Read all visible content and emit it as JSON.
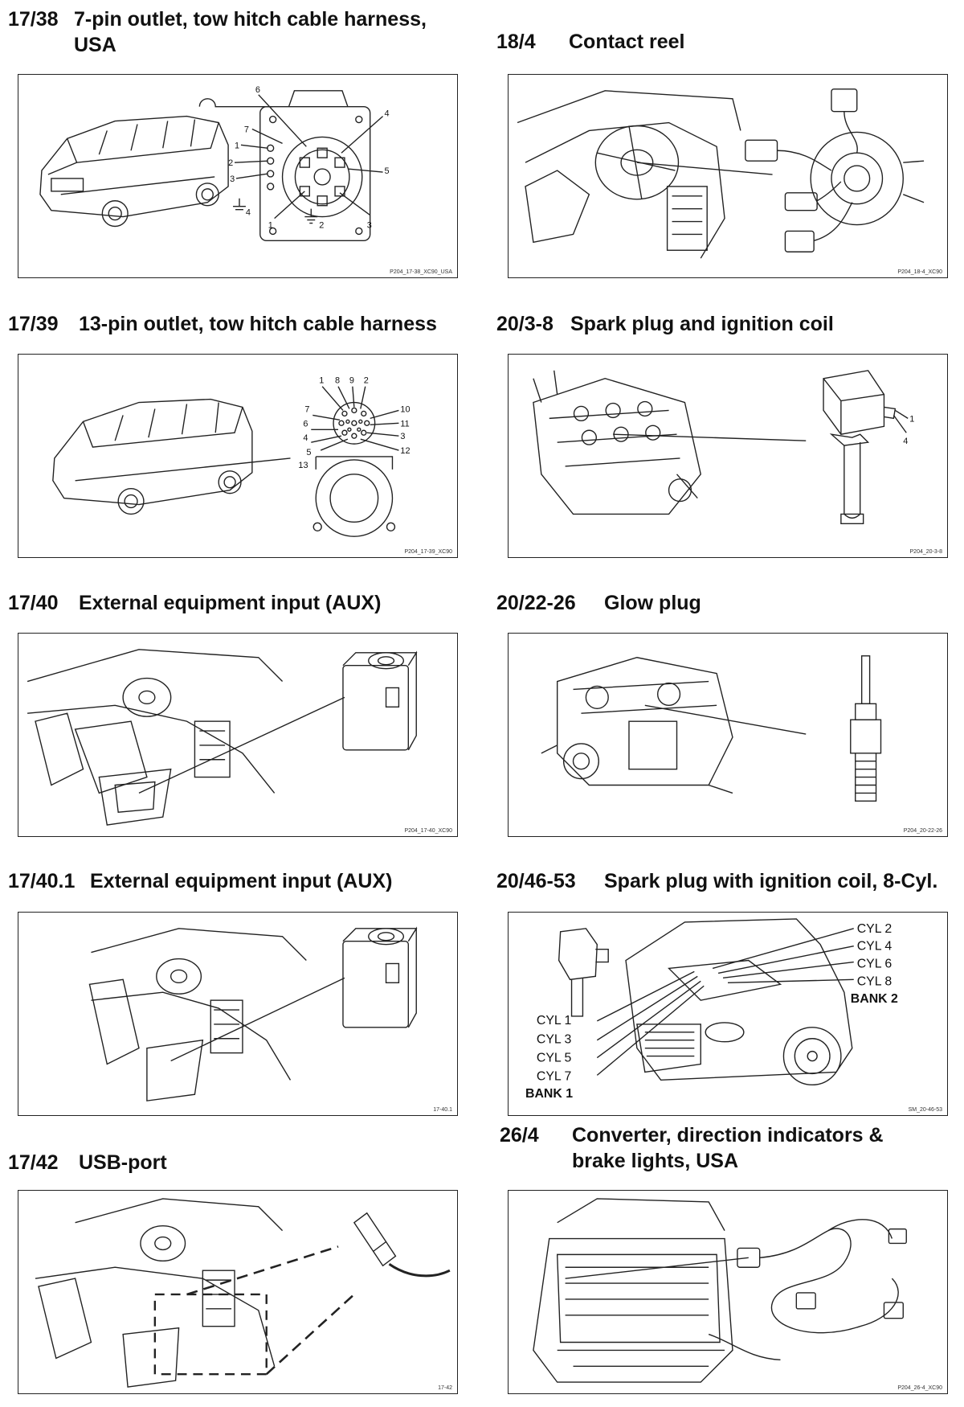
{
  "items": [
    {
      "num": "17/38",
      "title": "7-pin outlet, tow hitch cable harness,",
      "title2": "USA",
      "ref": "P204_17-38_XC90_USA"
    },
    {
      "num": "18/4",
      "title": "Contact reel",
      "ref": "P204_18-4_XC90"
    },
    {
      "num": "17/39",
      "title": "13-pin outlet, tow hitch cable harness",
      "ref": "P204_17-39_XC90"
    },
    {
      "num": "20/3-8",
      "title": "Spark plug and ignition coil",
      "ref": "P204_20-3-8"
    },
    {
      "num": "17/40",
      "title": "External equipment input (AUX)",
      "ref": "P204_17-40_XC90"
    },
    {
      "num": "20/22-26",
      "title": "Glow plug",
      "ref": "P204_20-22-26"
    },
    {
      "num": "17/40.1",
      "title": "External equipment input (AUX)",
      "ref": "17-40.1"
    },
    {
      "num": "20/46-53",
      "title": "Spark plug with ignition coil, 8-Cyl.",
      "ref": "SM_20-46-53"
    },
    {
      "num": "17/42",
      "title": "USB-port",
      "ref": "17-42"
    },
    {
      "num": "26/4",
      "title": "Converter, direction indicators &",
      "title2": "brake lights, USA",
      "ref": "P204_26-4_XC90"
    }
  ],
  "pin7_labels": [
    "6",
    "7",
    "1",
    "2",
    "3",
    "4",
    "5",
    "4",
    "1",
    "2",
    "3"
  ],
  "pin13_labels": [
    "1",
    "8",
    "9",
    "2",
    "7",
    "6",
    "4",
    "5",
    "13",
    "10",
    "11",
    "3",
    "12"
  ],
  "coil_labels": [
    "1",
    "4"
  ],
  "cyl8": {
    "bank2": [
      "CYL 2",
      "CYL 4",
      "CYL 6",
      "CYL 8"
    ],
    "bank2_label": "BANK 2",
    "bank1": [
      "CYL 1",
      "CYL 3",
      "CYL 5",
      "CYL 7"
    ],
    "bank1_label": "BANK 1"
  }
}
